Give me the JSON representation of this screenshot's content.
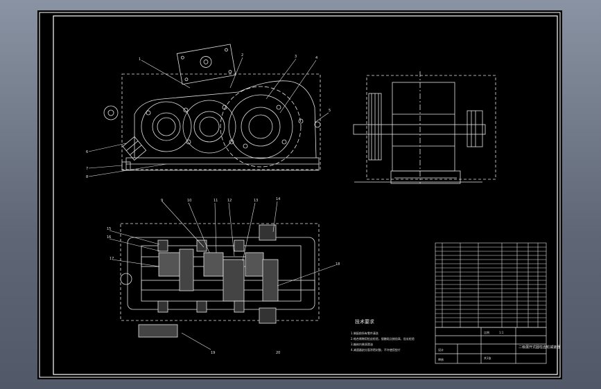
{
  "drawing": {
    "view_background": "#7a8392",
    "sheet_color": "#000000",
    "line_color": "#e6e6e6",
    "frame_color": "#ffffff",
    "balloon_numbers": [
      "1",
      "2",
      "3",
      "4",
      "5",
      "6",
      "7",
      "8",
      "9",
      "10",
      "11",
      "12",
      "13",
      "14",
      "15",
      "16",
      "17",
      "18",
      "19",
      "20"
    ]
  },
  "notes": {
    "title": "技术要求",
    "lines": [
      "1.装配前所有零件清洗",
      "2.啮合侧隙用铅丝检验，接触斑点按齿高、齿长检验",
      "3.箱体内装润滑油",
      "4.减速器剖分面涂密封胶，不许使用垫片"
    ]
  },
  "title_block": {
    "title": "二级展开式圆柱齿轮减速器",
    "scale_label": "比例",
    "scale": "1:1",
    "sheet_label": "共1张",
    "designer_label": "设计",
    "checker_label": "审核"
  }
}
